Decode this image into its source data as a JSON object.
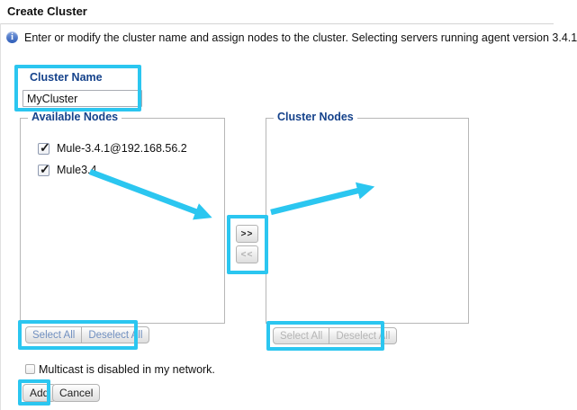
{
  "window": {
    "title": "Create Cluster"
  },
  "info": {
    "icon": "info-icon",
    "text": "Enter or modify the cluster name and assign nodes to the cluster. Selecting servers running agent version 3.4.1"
  },
  "cluster_name": {
    "label": "Cluster Name",
    "value": "MyCluster"
  },
  "available_nodes": {
    "legend": "Available Nodes",
    "items": [
      {
        "label": "Mule-3.4.1@192.168.56.2",
        "checked": true
      },
      {
        "label": "Mule3.4",
        "checked": true
      }
    ],
    "select_all": "Select All",
    "deselect_all": "Deselect All",
    "buttons_enabled": true
  },
  "cluster_nodes": {
    "legend": "Cluster Nodes",
    "items": [],
    "select_all": "Select All",
    "deselect_all": "Deselect All",
    "buttons_enabled": false
  },
  "transfer": {
    "move_right": ">>",
    "move_left": "<<",
    "move_right_enabled": true,
    "move_left_enabled": false
  },
  "multicast": {
    "label": "Multicast is disabled in my network.",
    "checked": false
  },
  "actions": {
    "add": "Add",
    "cancel": "Cancel"
  },
  "annotations": {
    "highlight_color": "#2bc6f0",
    "highlighted": [
      "cluster-name-field",
      "transfer-buttons",
      "available-select-buttons",
      "cluster-select-buttons",
      "add-button"
    ],
    "arrows": [
      {
        "from": "available-nodes-list",
        "to": "move-right-button"
      },
      {
        "from": "transfer-buttons",
        "to": "cluster-nodes-panel"
      }
    ]
  }
}
